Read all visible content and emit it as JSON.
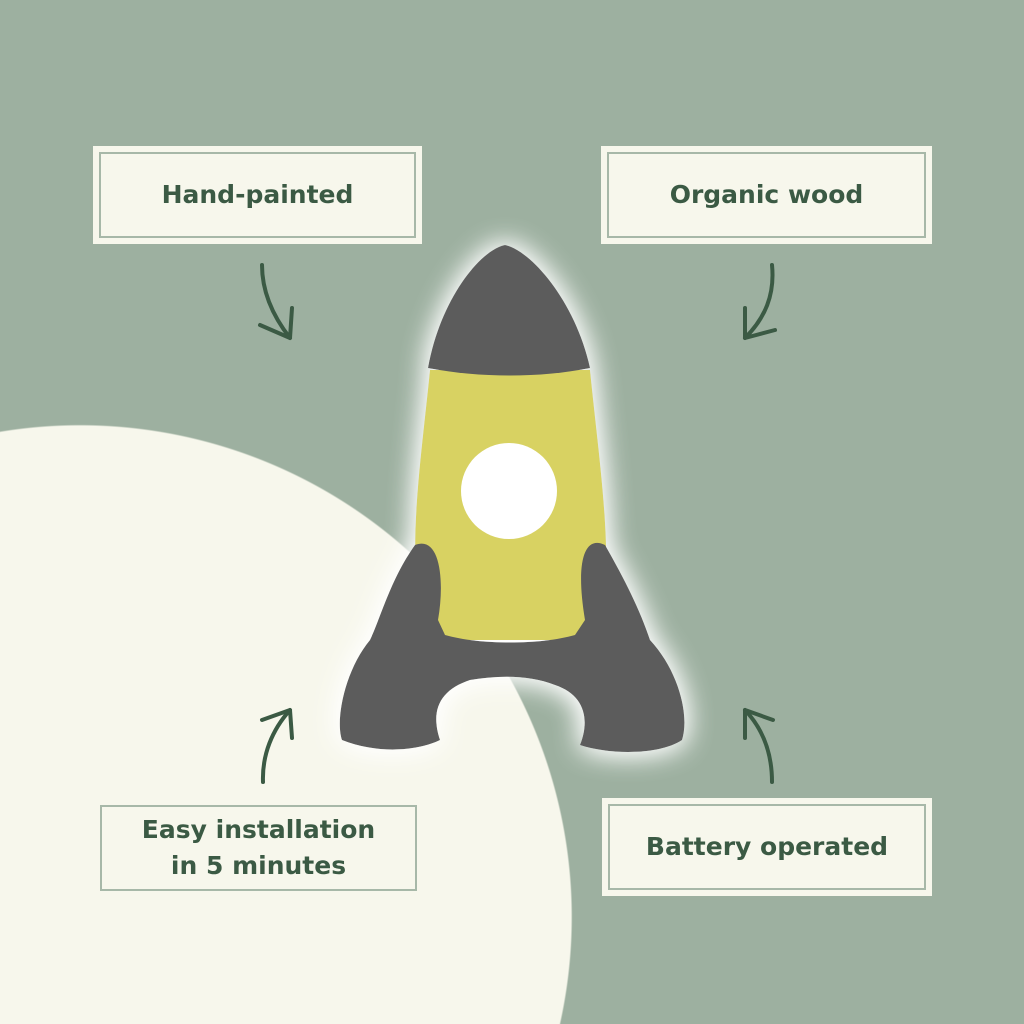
{
  "features": {
    "top_left": "Hand-painted",
    "top_right": "Organic wood",
    "bottom_left_line1": "Easy installation",
    "bottom_left_line2": "in 5 minutes",
    "bottom_right": "Battery operated"
  },
  "colors": {
    "background": "#9db0a0",
    "panel": "#f7f7ec",
    "text": "#3b5a44",
    "rocket_body": "#d8d262",
    "rocket_dark": "#5b5b5b"
  },
  "icons": [
    "arrow-icon",
    "rocket-lamp-icon"
  ]
}
